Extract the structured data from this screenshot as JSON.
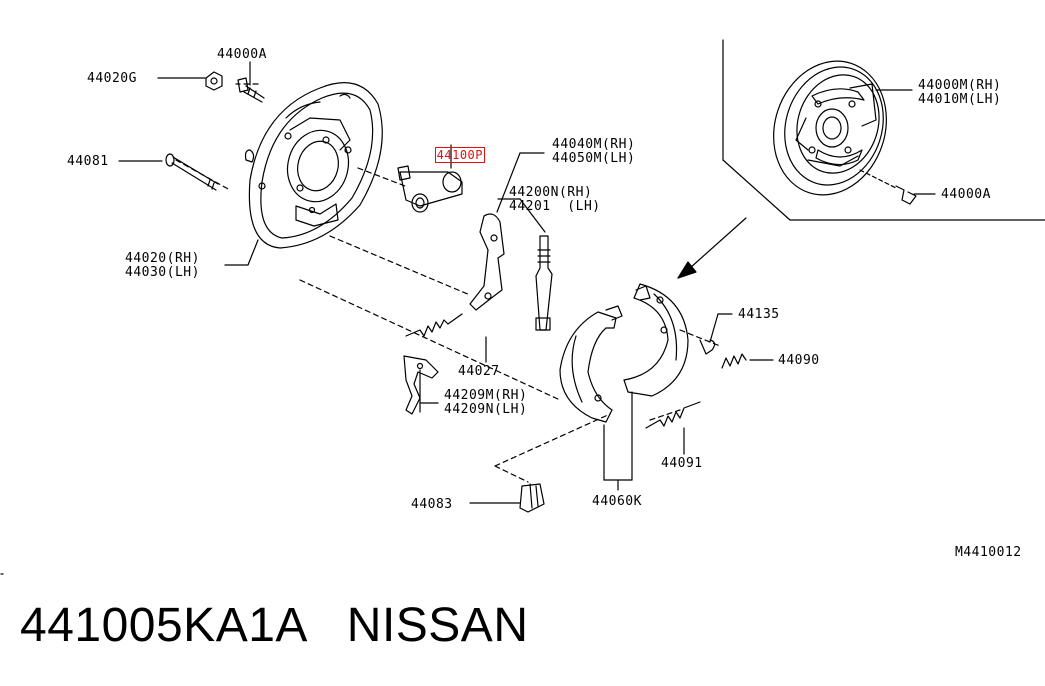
{
  "labels": {
    "l44000A_top": "44000A",
    "l44020G": "44020G",
    "l44081": "44081",
    "l44020_rh": "44020(RH)",
    "l44030_lh": "44030(LH)",
    "l44100P": "44100P",
    "l44040M": "44040M(RH)",
    "l44050M": "44050M(LH)",
    "l44200N": "44200N(RH)",
    "l44201": "44201  (LH)",
    "l44000M": "44000M(RH)",
    "l44010M": "44010M(LH)",
    "l44000A_right": "44000A",
    "l44135": "44135",
    "l44090": "44090",
    "l44027": "44027",
    "l44209M": "44209M(RH)",
    "l44209N": "44209N(LH)",
    "l44091": "44091",
    "l44060K": "44060K",
    "l44083": "44083"
  },
  "highlight_color": "#e11111",
  "reference_code": "M4410012",
  "caption": "441005KA1A   NISSAN"
}
